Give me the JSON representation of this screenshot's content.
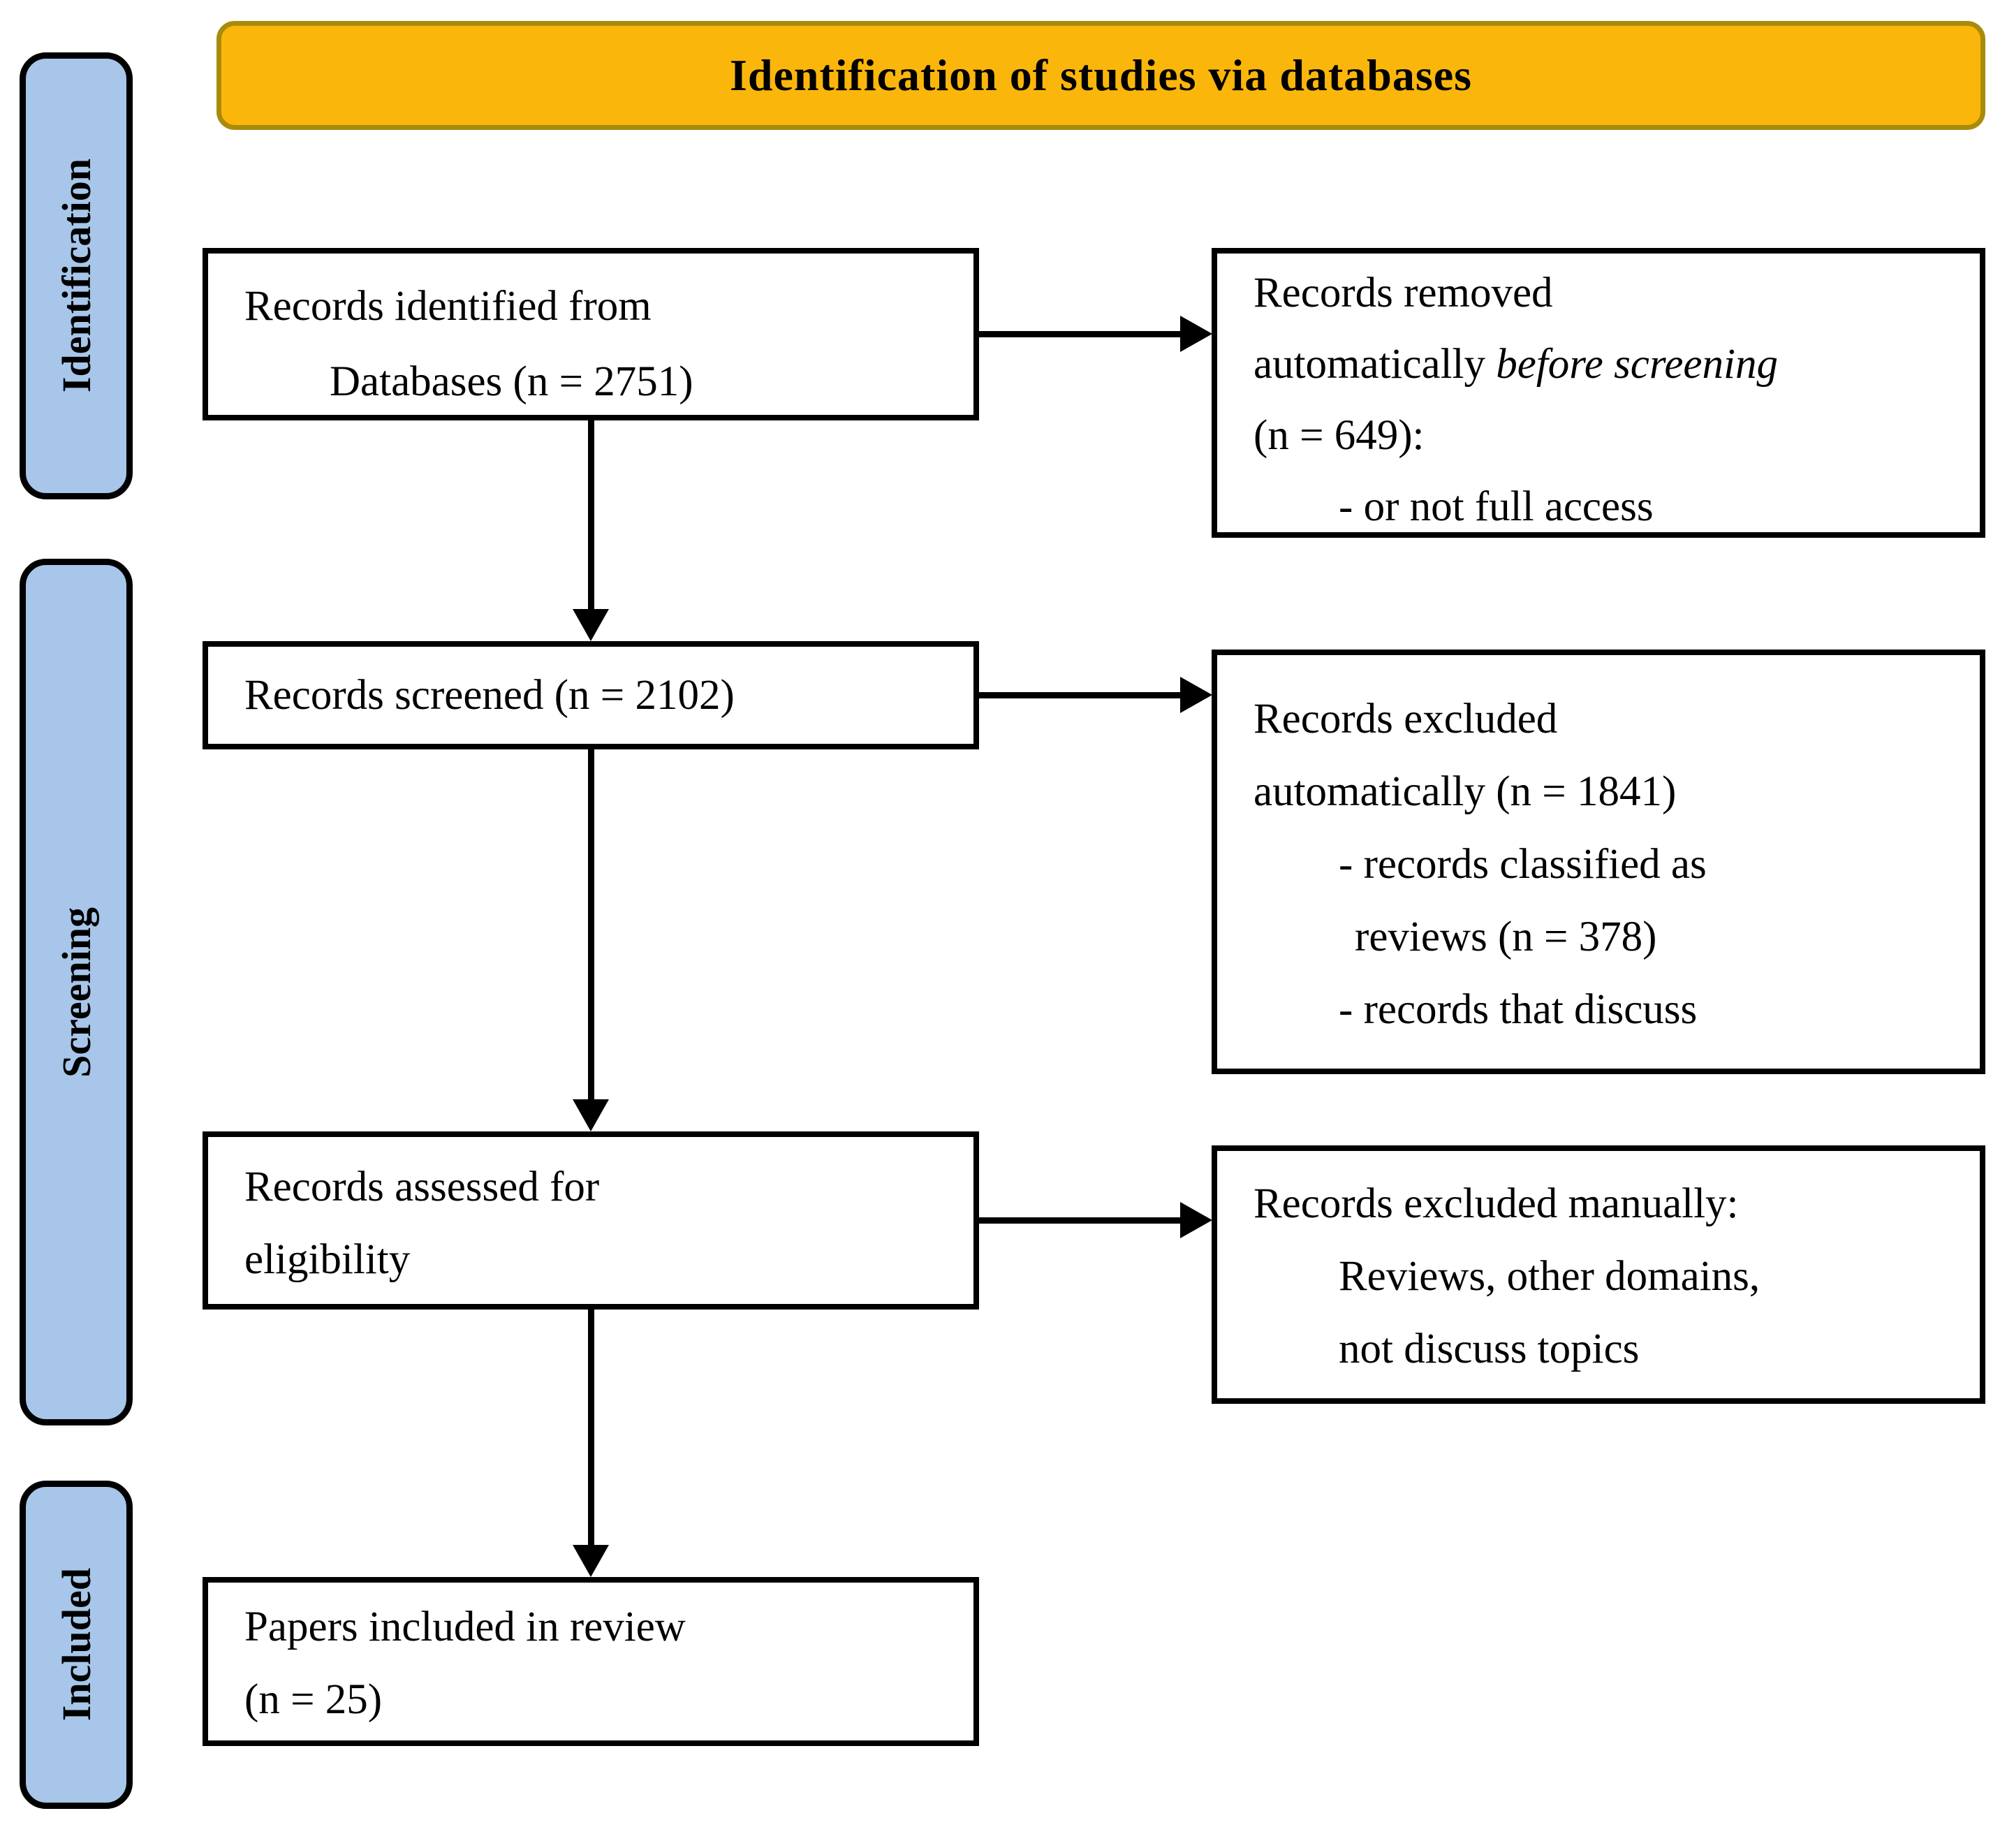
{
  "header": {
    "title": "Identification of studies via databases"
  },
  "sidebar": {
    "identification": "Identification",
    "screening": "Screening",
    "included": "Included"
  },
  "boxes": {
    "identified": {
      "line1": "Records identified from",
      "line2": "Databases (n = 2751)"
    },
    "removed": {
      "line1": "Records removed",
      "line2_normal": "automatically ",
      "line2_italic": "before screening",
      "line3": "(n = 649):",
      "line4": "- or not full access"
    },
    "screened": {
      "line1": "Records screened (n = 2102)"
    },
    "excluded_auto": {
      "line1": "Records excluded",
      "line2": "automatically (n = 1841)",
      "line3": "- records classified as",
      "line4": "reviews (n = 378)",
      "line5": "- records that discuss"
    },
    "assessed": {
      "line1": "Records assessed for",
      "line2": "eligibility"
    },
    "excluded_manual": {
      "line1": "Records excluded manually:",
      "line2": "Reviews, other domains,",
      "line3": "not discuss topics"
    },
    "included_papers": {
      "line1": "Papers included in review",
      "line2": "(n = 25)"
    }
  },
  "colors": {
    "banner_fill": "#FBB60B",
    "banner_border": "#A98B0B",
    "stage_fill": "#A7C6E9",
    "stage_border": "#000000",
    "box_border": "#000000",
    "arrow": "#000000",
    "text": "#000000"
  }
}
